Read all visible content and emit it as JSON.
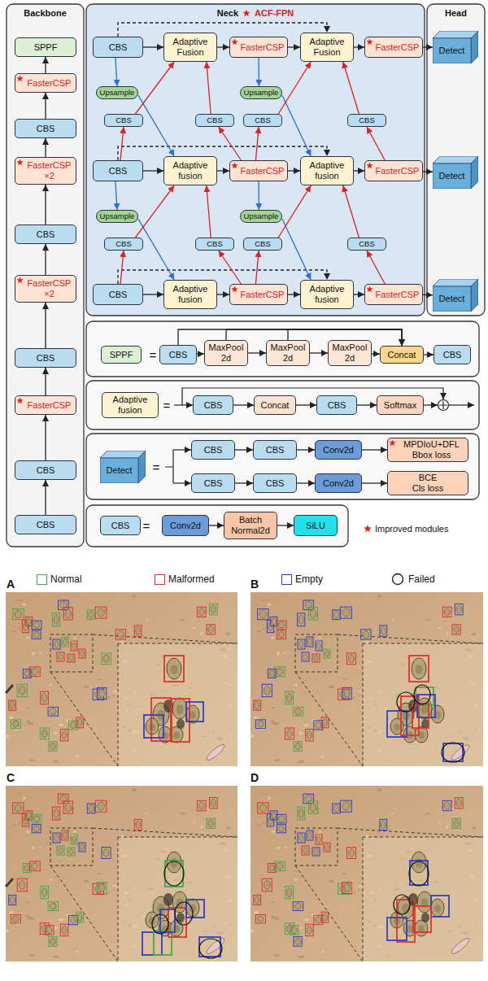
{
  "diagram": {
    "nodes": [
      {
        "text": [
          "Backbone"
        ]
      },
      {
        "text": [
          "SPPF"
        ],
        "in": 0
      },
      {
        "text": [
          "FasterCSP"
        ],
        "in": 0
      },
      {
        "text": [
          "CBS"
        ],
        "in": 0
      },
      {
        "text": [
          "FasterCSP ×2"
        ],
        "in": 0
      },
      {
        "text": [
          "CBS"
        ],
        "in": 0
      },
      {
        "text": [
          "FasterCSP ×2"
        ],
        "in": 0
      },
      {
        "text": [
          "CBS"
        ],
        "in": 0
      },
      {
        "text": [
          "FasterCSP"
        ],
        "in": 0
      },
      {
        "text": [
          "CBS"
        ],
        "in": 0
      },
      {
        "text": [
          "CBS"
        ],
        "in": 0
      },
      {
        "text": [
          "Neck",
          "ACF-FPN"
        ]
      },
      {
        "text": [
          "CBS"
        ],
        "in": 11
      },
      {
        "text": [
          "Adaptive Fusion"
        ],
        "in": 11
      },
      {
        "text": [
          "FasterCSP"
        ],
        "in": 11
      },
      {
        "text": [
          "Adaptive Fusion"
        ],
        "in": 11
      },
      {
        "text": [
          "FasterCSP"
        ],
        "in": 11
      },
      {
        "text": [
          "Upsample"
        ],
        "in": 11
      },
      {
        "text": [
          "Upsample"
        ],
        "in": 11
      },
      {
        "text": [
          "CBS"
        ],
        "in": 11
      },
      {
        "text": [
          "CBS"
        ],
        "in": 11
      },
      {
        "text": [
          "CBS"
        ],
        "in": 11
      },
      {
        "text": [
          "CBS"
        ],
        "in": 11
      },
      {
        "text": [
          "CBS"
        ],
        "in": 11
      },
      {
        "text": [
          "Adaptive fusion"
        ],
        "in": 11
      },
      {
        "text": [
          "FasterCSP"
        ],
        "in": 11
      },
      {
        "text": [
          "Adaptive fusion"
        ],
        "in": 11
      },
      {
        "text": [
          "FasterCSP"
        ],
        "in": 11
      },
      {
        "text": [
          "Upsample"
        ],
        "in": 11
      },
      {
        "text": [
          "Upsample"
        ],
        "in": 11
      },
      {
        "text": [
          "CBS"
        ],
        "in": 11
      },
      {
        "text": [
          "CBS"
        ],
        "in": 11
      },
      {
        "text": [
          "CBS"
        ],
        "in": 11
      },
      {
        "text": [
          "CBS"
        ],
        "in": 11
      },
      {
        "text": [
          "CBS"
        ],
        "in": 11
      },
      {
        "text": [
          "Adaptive fusion"
        ],
        "in": 11
      },
      {
        "text": [
          "FasterCSP"
        ],
        "in": 11
      },
      {
        "text": [
          "Adaptive fusion"
        ],
        "in": 11
      },
      {
        "text": [
          "FasterCSP"
        ],
        "in": 11
      },
      {
        "text": [
          "Head"
        ]
      },
      {
        "text": [
          "Detect"
        ],
        "in": 39
      },
      {
        "text": [
          "Detect"
        ],
        "in": 39
      },
      {
        "text": [
          "Detect"
        ],
        "in": 39
      },
      {
        "text": [
          "SPPF"
        ]
      },
      {
        "text": [
          "CBS"
        ]
      },
      {
        "text": [
          "MaxPool 2d"
        ]
      },
      {
        "text": [
          "MaxPool 2d"
        ]
      },
      {
        "text": [
          "MaxPool 2d"
        ]
      },
      {
        "text": [
          "Concat"
        ]
      },
      {
        "text": [
          "CBS"
        ]
      },
      {
        "text": [
          "Adaptive fusion"
        ]
      },
      {
        "text": [
          "CBS"
        ]
      },
      {
        "text": [
          "Concat"
        ]
      },
      {
        "text": [
          "CBS"
        ]
      },
      {
        "text": [
          "Softmax"
        ]
      },
      {
        "text": [
          "Detect"
        ]
      },
      {
        "text": [
          "CBS"
        ]
      },
      {
        "text": [
          "CBS"
        ]
      },
      {
        "text": [
          "Conv2d"
        ]
      },
      {
        "text": [
          "MPDIoU+DFL Bbox loss"
        ]
      },
      {
        "text": [
          "CBS"
        ]
      },
      {
        "text": [
          "CBS"
        ]
      },
      {
        "text": [
          "Conv2d"
        ]
      },
      {
        "text": [
          "BCE Cls loss"
        ]
      },
      {
        "text": [
          "CBS"
        ]
      },
      {
        "text": [
          "Conv2d"
        ]
      },
      {
        "text": [
          "Batch Normal2d"
        ]
      },
      {
        "text": [
          "SiLU"
        ]
      }
    ],
    "edges": [
      {
        "from": 10,
        "to": 9,
        "arrow": "to"
      },
      {
        "from": 9,
        "to": 8,
        "arrow": "to"
      },
      {
        "from": 8,
        "to": 7,
        "arrow": "to"
      },
      {
        "from": 7,
        "to": 6,
        "arrow": "to"
      },
      {
        "from": 6,
        "to": 5,
        "arrow": "to"
      },
      {
        "from": 5,
        "to": 4,
        "arrow": "to"
      },
      {
        "from": 4,
        "to": 3,
        "arrow": "to"
      },
      {
        "from": 3,
        "to": 2,
        "arrow": "to"
      },
      {
        "from": 2,
        "to": 1,
        "arrow": "to"
      },
      {
        "from": 12,
        "to": 13,
        "arrow": "to"
      },
      {
        "from": 13,
        "to": 14,
        "arrow": "to"
      },
      {
        "from": 14,
        "to": 15,
        "arrow": "to"
      },
      {
        "from": 15,
        "to": 16,
        "arrow": "to"
      },
      {
        "from": 12,
        "to": 15,
        "arrow": "to"
      },
      {
        "from": 16,
        "to": 40,
        "arrow": "to"
      },
      {
        "from": 23,
        "to": 24,
        "arrow": "to"
      },
      {
        "from": 24,
        "to": 25,
        "arrow": "to"
      },
      {
        "from": 25,
        "to": 26,
        "arrow": "to"
      },
      {
        "from": 26,
        "to": 27,
        "arrow": "to"
      },
      {
        "from": 23,
        "to": 26,
        "arrow": "to"
      },
      {
        "from": 27,
        "to": 41,
        "arrow": "to"
      },
      {
        "from": 34,
        "to": 35,
        "arrow": "to"
      },
      {
        "from": 35,
        "to": 36,
        "arrow": "to"
      },
      {
        "from": 36,
        "to": 37,
        "arrow": "to"
      },
      {
        "from": 37,
        "to": 38,
        "arrow": "to"
      },
      {
        "from": 34,
        "to": 37,
        "arrow": "to"
      },
      {
        "from": 38,
        "to": 42,
        "arrow": "to"
      },
      {
        "from": 12,
        "to": 17,
        "arrow": "to"
      },
      {
        "from": 17,
        "to": 24,
        "arrow": "to"
      },
      {
        "from": 14,
        "to": 18,
        "arrow": "to"
      },
      {
        "from": 18,
        "to": 26,
        "arrow": "to"
      },
      {
        "from": 23,
        "to": 28,
        "arrow": "to"
      },
      {
        "from": 28,
        "to": 35,
        "arrow": "to"
      },
      {
        "from": 25,
        "to": 29,
        "arrow": "to"
      },
      {
        "from": 29,
        "to": 37,
        "arrow": "to"
      },
      {
        "from": 23,
        "to": 19,
        "arrow": "to"
      },
      {
        "from": 19,
        "to": 13,
        "arrow": "to"
      },
      {
        "from": 25,
        "to": 20,
        "arrow": "to"
      },
      {
        "from": 20,
        "to": 13,
        "arrow": "to"
      },
      {
        "from": 25,
        "to": 21,
        "arrow": "to"
      },
      {
        "from": 21,
        "to": 15,
        "arrow": "to"
      },
      {
        "from": 27,
        "to": 22,
        "arrow": "to"
      },
      {
        "from": 22,
        "to": 15,
        "arrow": "to"
      },
      {
        "from": 34,
        "to": 30,
        "arrow": "to"
      },
      {
        "from": 30,
        "to": 24,
        "arrow": "to"
      },
      {
        "from": 36,
        "to": 31,
        "arrow": "to"
      },
      {
        "from": 31,
        "to": 24,
        "arrow": "to"
      },
      {
        "from": 36,
        "to": 32,
        "arrow": "to"
      },
      {
        "from": 32,
        "to": 26,
        "arrow": "to"
      },
      {
        "from": 38,
        "to": 33,
        "arrow": "to"
      },
      {
        "from": 33,
        "to": 26,
        "arrow": "to"
      },
      {
        "from": 44,
        "to": 45,
        "arrow": "to"
      },
      {
        "from": 45,
        "to": 46,
        "arrow": "to"
      },
      {
        "from": 46,
        "to": 47,
        "arrow": "to"
      },
      {
        "from": 47,
        "to": 48,
        "arrow": "to"
      },
      {
        "from": 48,
        "to": 49,
        "arrow": "to"
      },
      {
        "from": 44,
        "to": 48,
        "arrow": "to"
      },
      {
        "from": 45,
        "to": 48,
        "arrow": "to"
      },
      {
        "from": 46,
        "to": 48,
        "arrow": "to"
      },
      {
        "from": 51,
        "to": 52,
        "arrow": "to"
      },
      {
        "from": 52,
        "to": 53,
        "arrow": "to"
      },
      {
        "from": 53,
        "to": 54,
        "arrow": "to"
      },
      {
        "from": 56,
        "to": 57,
        "arrow": "to"
      },
      {
        "from": 57,
        "to": 58,
        "arrow": "to"
      },
      {
        "from": 58,
        "to": 59,
        "arrow": "to"
      },
      {
        "from": 60,
        "to": 61,
        "arrow": "to"
      },
      {
        "from": 61,
        "to": 62,
        "arrow": "to"
      },
      {
        "from": 62,
        "to": 63,
        "arrow": "to"
      },
      {
        "from": 65,
        "to": 66,
        "arrow": "to"
      },
      {
        "from": 66,
        "to": 67,
        "arrow": "to"
      }
    ],
    "labels": [
      "=",
      "=",
      "=",
      "=",
      "A",
      "B",
      "C",
      "D"
    ],
    "legend": [
      {
        "text": "Improved modules"
      },
      {
        "text": "Normal",
        "color": "#3dae49"
      },
      {
        "text": "Malformed",
        "color": "#e0312f"
      },
      {
        "text": "Empty",
        "color": "#2e3fd0"
      },
      {
        "text": "Failed"
      }
    ]
  }
}
